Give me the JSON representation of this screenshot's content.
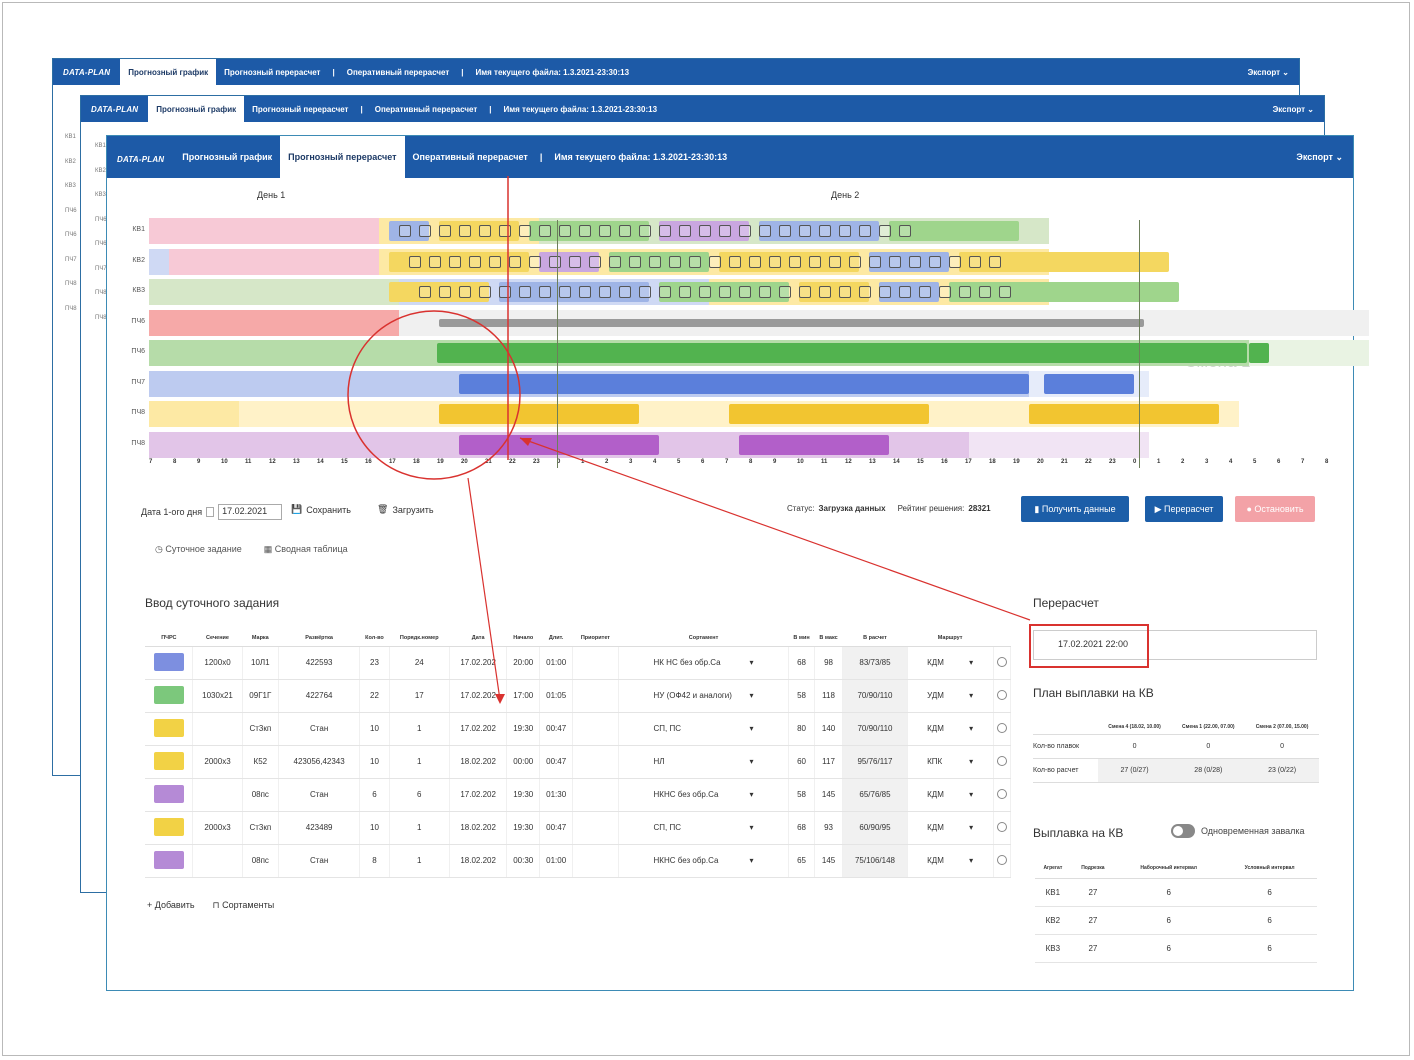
{
  "app": {
    "logo": "DATA-PLAN",
    "tabs": [
      "Прогнозный график",
      "Прогнозный перерасчет",
      "Оперативный перерасчет"
    ],
    "file_label": "Имя текущего файла: 1.3.2021-23:30:13",
    "export_label": "Экспорт"
  },
  "gantt": {
    "day1": "День 1",
    "day2": "День 2",
    "rows": [
      "КВ1",
      "КВ2",
      "КВ3",
      "ПЧ6",
      "ПЧ6",
      "ПЧ7",
      "ПЧ8",
      "ПЧ8"
    ],
    "shift_label": "Смена 1",
    "ticks": [
      "7",
      "8",
      "9",
      "10",
      "11",
      "12",
      "13",
      "14",
      "15",
      "16",
      "17",
      "18",
      "19",
      "20",
      "21",
      "22",
      "23",
      "0",
      "1",
      "2",
      "3",
      "4",
      "5",
      "6",
      "7",
      "8",
      "9",
      "10",
      "11",
      "12",
      "13",
      "14",
      "15",
      "16",
      "17",
      "18",
      "19",
      "20",
      "21",
      "22",
      "23",
      "0",
      "1",
      "2",
      "3",
      "4",
      "5",
      "6",
      "7",
      "8"
    ]
  },
  "controls": {
    "date_label": "Дата 1-ого дня",
    "date_value": "17.02.2021",
    "save": "Сохранить",
    "load": "Загрузить",
    "status_label": "Статус:",
    "status_value": "Загрузка данных",
    "rating_label": "Рейтинг решения:",
    "rating_value": "28321",
    "get_data": "Получить данные",
    "recalc": "Перерасчет",
    "stop": "Остановить"
  },
  "subtabs": {
    "daily": "Суточное задание",
    "summary": "Сводная таблица"
  },
  "daily_task": {
    "title": "Ввод суточного задания",
    "columns": [
      "ПЧРС",
      "Сечение",
      "Марка",
      "Развёртка",
      "Кол-во",
      "Порядк.номер",
      "Дата",
      "Начало",
      "Длит.",
      "Приоритет",
      "Сортамент",
      "В мин",
      "В макс",
      "В расчет",
      "Маршрут"
    ],
    "rows": [
      {
        "color": "#7d8fe0",
        "sec": "1200х0",
        "grade": "10Л1",
        "plan": "422593",
        "qty": "23",
        "ord": "24",
        "date": "17.02.202",
        "start": "20:00",
        "dur": "01:00",
        "sort": "НК НС без обр.Са",
        "min": "68",
        "max": "98",
        "calc": "83/73/85",
        "route": "КДМ"
      },
      {
        "color": "#7cc87c",
        "sec": "1030х21",
        "grade": "09Г1Г",
        "plan": "422764",
        "qty": "22",
        "ord": "17",
        "date": "17.02.202",
        "start": "17:00",
        "dur": "01:05",
        "sort": "НУ (ОФ42 и аналоги)",
        "min": "58",
        "max": "118",
        "calc": "70/90/110",
        "route": "УДМ"
      },
      {
        "color": "#f2d245",
        "sec": "",
        "grade": "Ст3кп",
        "plan": "Стан",
        "qty": "10",
        "ord": "1",
        "date": "17.02.202",
        "start": "19:30",
        "dur": "00:47",
        "sort": "СП, ПС",
        "min": "80",
        "max": "140",
        "calc": "70/90/110",
        "route": "КДМ"
      },
      {
        "color": "#f2d245",
        "sec": "2000х3",
        "grade": "К52",
        "plan": "423056,42343",
        "qty": "10",
        "ord": "1",
        "date": "18.02.202",
        "start": "00:00",
        "dur": "00:47",
        "sort": "НЛ",
        "min": "60",
        "max": "117",
        "calc": "95/76/117",
        "route": "КПК"
      },
      {
        "color": "#b58ad6",
        "sec": "",
        "grade": "08пс",
        "plan": "Стан",
        "qty": "6",
        "ord": "6",
        "date": "17.02.202",
        "start": "19:30",
        "dur": "01:30",
        "sort": "НКНС без обр.Са",
        "min": "58",
        "max": "145",
        "calc": "65/76/85",
        "route": "КДМ"
      },
      {
        "color": "#f2d245",
        "sec": "2000х3",
        "grade": "Ст3кп",
        "plan": "423489",
        "qty": "10",
        "ord": "1",
        "date": "18.02.202",
        "start": "19:30",
        "dur": "00:47",
        "sort": "СП, ПС",
        "min": "68",
        "max": "93",
        "calc": "60/90/95",
        "route": "КДМ"
      },
      {
        "color": "#b58ad6",
        "sec": "",
        "grade": "08пс",
        "plan": "Стан",
        "qty": "8",
        "ord": "1",
        "date": "18.02.202",
        "start": "00:30",
        "dur": "01:00",
        "sort": "НКНС без обр.Са",
        "min": "65",
        "max": "145",
        "calc": "75/106/148",
        "route": "КДМ"
      }
    ],
    "add": "Добавить",
    "sort": "Сортаменты"
  },
  "recalc": {
    "title": "Перерасчет",
    "datetime": "17.02.2021 22:00"
  },
  "plan": {
    "title": "План выплавки на КВ",
    "headers": [
      "Смена 4 (18.02, 10.00)",
      "Смена 1 (22.00, 07.00)",
      "Смена 2 (07.00, 15.00)"
    ],
    "rows": [
      {
        "label": "Кол-во плавок",
        "vals": [
          "0",
          "0",
          "0"
        ]
      },
      {
        "label": "Кол-во расчет",
        "vals": [
          "27 (0/27)",
          "28 (0/28)",
          "23 (0/22)"
        ]
      }
    ]
  },
  "smelt": {
    "title": "Выплавка на КВ",
    "toggle_label": "Одновременная завалка",
    "headers": [
      "Агрегат",
      "Подрезка",
      "Наборочный интервал",
      "Условный интервал"
    ],
    "rows": [
      {
        "agg": "КВ1",
        "a": "27",
        "b": "6",
        "c": "6"
      },
      {
        "agg": "КВ2",
        "a": "27",
        "b": "6",
        "c": "6"
      },
      {
        "agg": "КВ3",
        "a": "27",
        "b": "6",
        "c": "6"
      }
    ]
  },
  "colors": {
    "nav": "#1d5aa7",
    "accent_red": "#d9322f",
    "primary_btn": "#1c5ea8",
    "stop_btn": "#f3a2a7"
  }
}
